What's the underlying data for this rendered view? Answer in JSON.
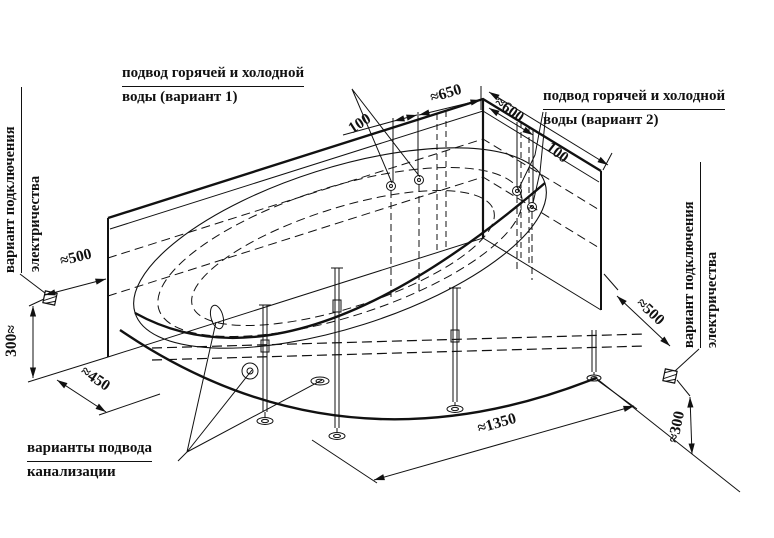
{
  "drawing_type": "bathtub-installation-diagram",
  "labels": {
    "water_v1": {
      "line1": "подвод горячей и холодной",
      "line2": "воды (вариант 1)"
    },
    "water_v2": {
      "line1": "подвод горячей и холодной",
      "line2": "воды (вариант 2)"
    },
    "electric_left": {
      "line1": "вариант подключения",
      "line2": "электричества"
    },
    "electric_right": {
      "line1": "вариант подключения",
      "line2": "электричества"
    },
    "sewage": {
      "line1": "варианты подвода",
      "line2": "канализации"
    }
  },
  "dimensions": {
    "water_points_spacing_v1": "100",
    "back_wall_length": "≈650",
    "side_wall_length": "≈600",
    "water_points_offset_v2": "100",
    "electric_left_offset": "≈500",
    "electric_left_height": "300≈",
    "sewage_offset": "≈450",
    "tub_front_length": "≈1350",
    "electric_right_offset": "≈500",
    "electric_right_height": "≈300"
  },
  "colors": {
    "ink": "#111111",
    "background": "#ffffff"
  }
}
